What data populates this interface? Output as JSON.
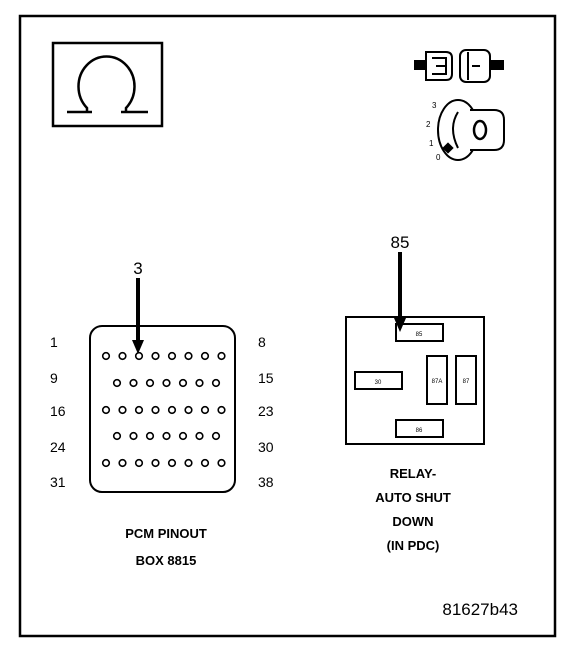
{
  "pinout": {
    "callout_pin": "3",
    "row_start_labels": [
      "1",
      "9",
      "16",
      "24",
      "31"
    ],
    "row_end_labels": [
      "8",
      "15",
      "23",
      "30",
      "38"
    ],
    "caption_line1": "PCM PINOUT",
    "caption_line2": "BOX 8815",
    "rows": [
      8,
      7,
      8,
      7,
      8
    ]
  },
  "relay": {
    "callout_terminal": "85",
    "terminals": {
      "t85": "85",
      "t30": "30",
      "t87a": "87A",
      "t87": "87",
      "t86": "86"
    },
    "caption_line1": "RELAY-",
    "caption_line2": "AUTO SHUT",
    "caption_line3": "DOWN",
    "caption_line4": "(IN PDC)"
  },
  "ignition": {
    "positions": [
      "3",
      "2",
      "1",
      "0"
    ],
    "key_label": "O"
  },
  "figure_id": "81627b43"
}
